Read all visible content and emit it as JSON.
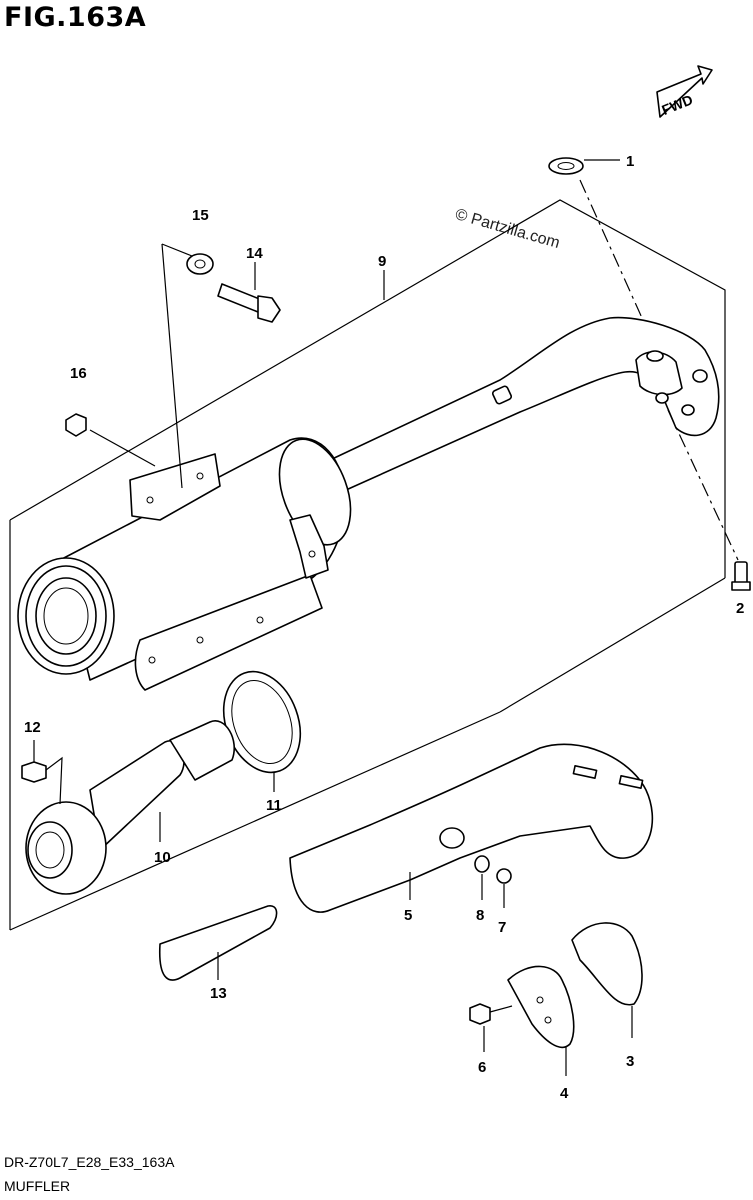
{
  "figure_title": "FIG.163A",
  "direction_badge": "FWD",
  "watermark": "© Partzilla.com",
  "diagram_code": "DR-Z70L7_E28_E33_163A",
  "section_name": "MUFFLER",
  "callouts": [
    "1",
    "2",
    "3",
    "4",
    "5",
    "6",
    "7",
    "8",
    "9",
    "10",
    "11",
    "12",
    "13",
    "14",
    "15",
    "16"
  ]
}
